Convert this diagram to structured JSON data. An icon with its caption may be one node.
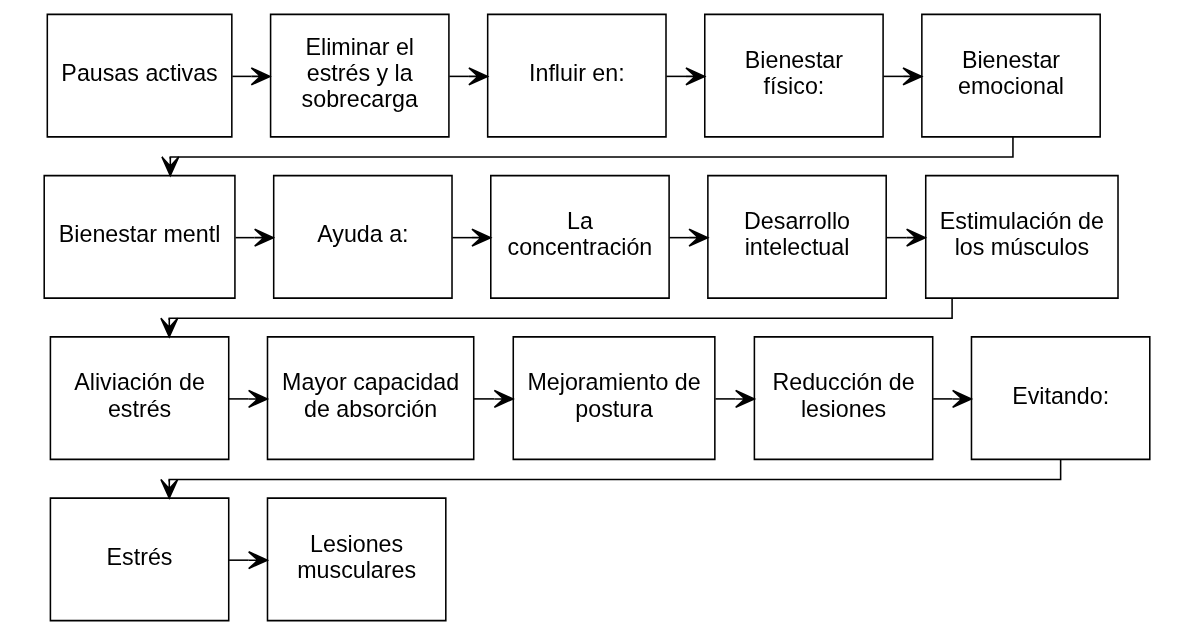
{
  "diagram": {
    "nodes": [
      {
        "text": [
          "Pausas activas"
        ]
      },
      {
        "text": [
          "Eliminar el estrés y la sobrecarga"
        ]
      },
      {
        "text": [
          "Influir en:"
        ]
      },
      {
        "text": [
          "Bienestar físico:"
        ]
      },
      {
        "text": [
          "Bienestar emocional"
        ]
      },
      {
        "text": [
          "Bienestar mentl"
        ]
      },
      {
        "text": [
          "Ayuda a:"
        ]
      },
      {
        "text": [
          "La concentración"
        ]
      },
      {
        "text": [
          "Desarrollo intelectual"
        ]
      },
      {
        "text": [
          "Estimulación de los músculos"
        ]
      },
      {
        "text": [
          "Aliviación de estrés"
        ]
      },
      {
        "text": [
          "Mayor capacidad de absorción"
        ]
      },
      {
        "text": [
          "Mejoramiento de postura"
        ]
      },
      {
        "text": [
          "Reducción de lesiones"
        ]
      },
      {
        "text": [
          "Evitando:"
        ]
      },
      {
        "text": [
          "Estrés"
        ]
      },
      {
        "text": [
          "Lesiones musculares"
        ]
      }
    ],
    "edges": [
      {
        "from": 0,
        "to": 1,
        "arrow": "to"
      },
      {
        "from": 1,
        "to": 2,
        "arrow": "to"
      },
      {
        "from": 2,
        "to": 3,
        "arrow": "to"
      },
      {
        "from": 3,
        "to": 4,
        "arrow": "to"
      },
      {
        "from": 4,
        "to": 5,
        "arrow": "to"
      },
      {
        "from": 5,
        "to": 6,
        "arrow": "to"
      },
      {
        "from": 6,
        "to": 7,
        "arrow": "to"
      },
      {
        "from": 7,
        "to": 8,
        "arrow": "to"
      },
      {
        "from": 8,
        "to": 9,
        "arrow": "to"
      },
      {
        "from": 9,
        "to": 10,
        "arrow": "to"
      },
      {
        "from": 10,
        "to": 11,
        "arrow": "to"
      },
      {
        "from": 11,
        "to": 12,
        "arrow": "to"
      },
      {
        "from": 12,
        "to": 13,
        "arrow": "to"
      },
      {
        "from": 13,
        "to": 14,
        "arrow": "to"
      },
      {
        "from": 14,
        "to": 15,
        "arrow": "to"
      },
      {
        "from": 15,
        "to": 16,
        "arrow": "to"
      }
    ]
  }
}
